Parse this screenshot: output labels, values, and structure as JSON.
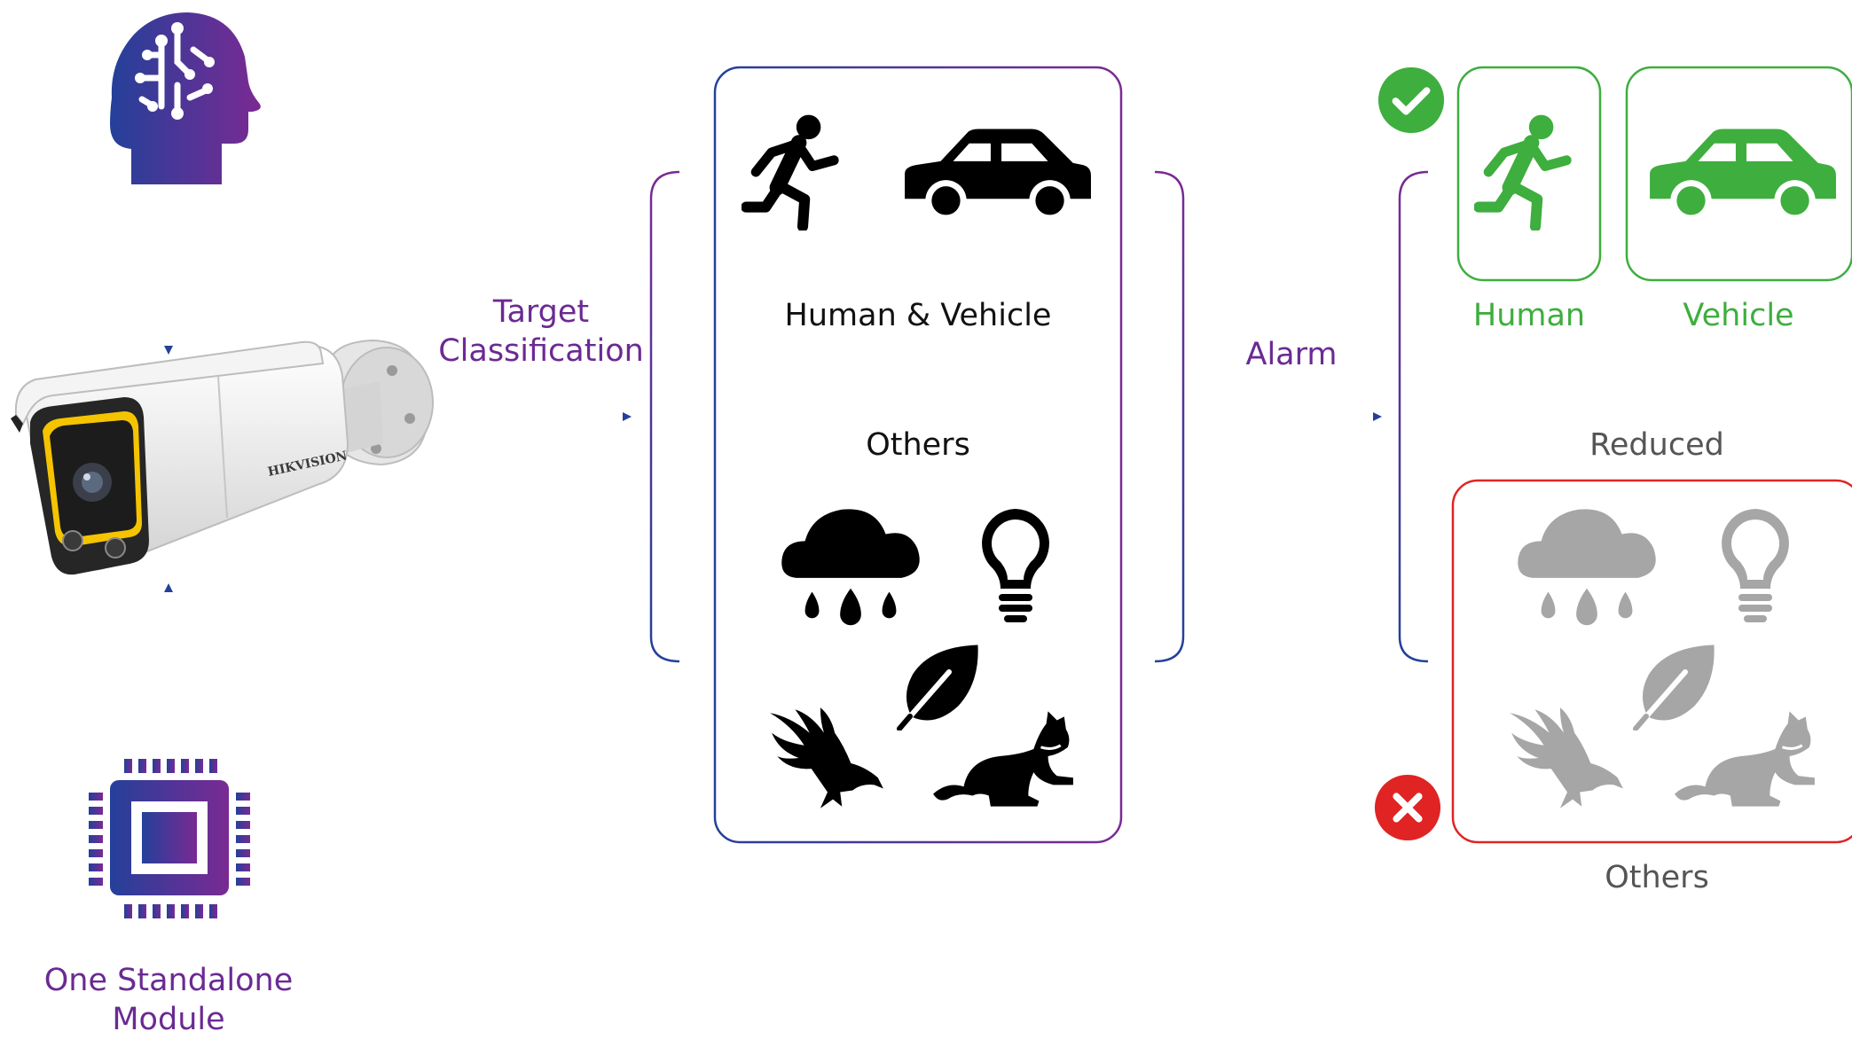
{
  "labels": {
    "target_classification_line1": "Target",
    "target_classification_line2": "Classification",
    "human_vehicle": "Human & Vehicle",
    "others_middle": "Others",
    "alarm": "Alarm",
    "human": "Human",
    "vehicle": "Vehicle",
    "reduced": "Reduced",
    "others_right": "Others",
    "standalone_line1": "One Standalone",
    "standalone_line2": "Module"
  },
  "camera_brand": "HIKVISION",
  "colors": {
    "purple": "#6b2a93",
    "blue": "#24409a",
    "green": "#3eae3e",
    "red": "#e02424",
    "grey_icon": "#a6a6a6",
    "black": "#111111"
  },
  "icons": {
    "ai": "ai-brain-icon",
    "chip": "chip-icon",
    "camera": "bullet-camera",
    "human": "running-person-icon",
    "vehicle": "car-icon",
    "rain": "rain-cloud-icon",
    "light": "light-bulb-icon",
    "leaf": "leaf-icon",
    "bird": "eagle-icon",
    "cat": "cat-icon",
    "accepted": "check-icon",
    "rejected": "cross-icon"
  }
}
